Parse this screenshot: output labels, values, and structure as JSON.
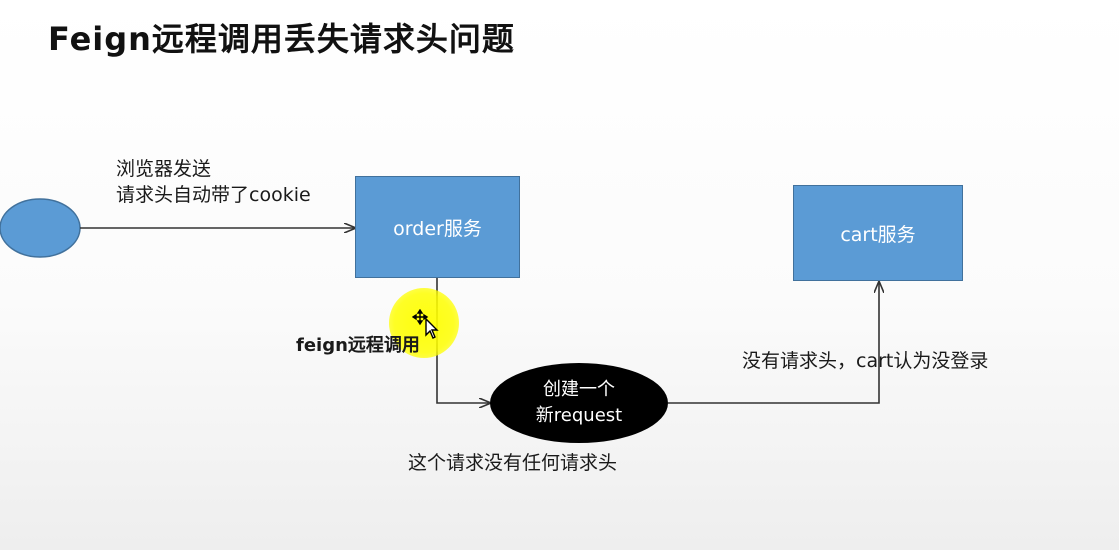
{
  "title": "Feign远程调用丢失请求头问题",
  "nodes": {
    "browser_to_order_label_line1": "浏览器发送",
    "browser_to_order_label_line2": "请求头自动带了cookie",
    "order_service": "order服务",
    "cart_service": "cart服务",
    "feign_label": "feign远程调用",
    "new_request_line1": "创建一个",
    "new_request_line2": "新request",
    "no_header_label": "这个请求没有任何请求头",
    "cart_not_logged_in": "没有请求头，cart认为没登录"
  },
  "colors": {
    "box_fill": "#5b9bd5",
    "box_border": "#41719c",
    "ellipse_fill": "#000000",
    "cursor_highlight": "#ffff00"
  },
  "icons": {
    "cursor": "move-cursor-icon"
  }
}
